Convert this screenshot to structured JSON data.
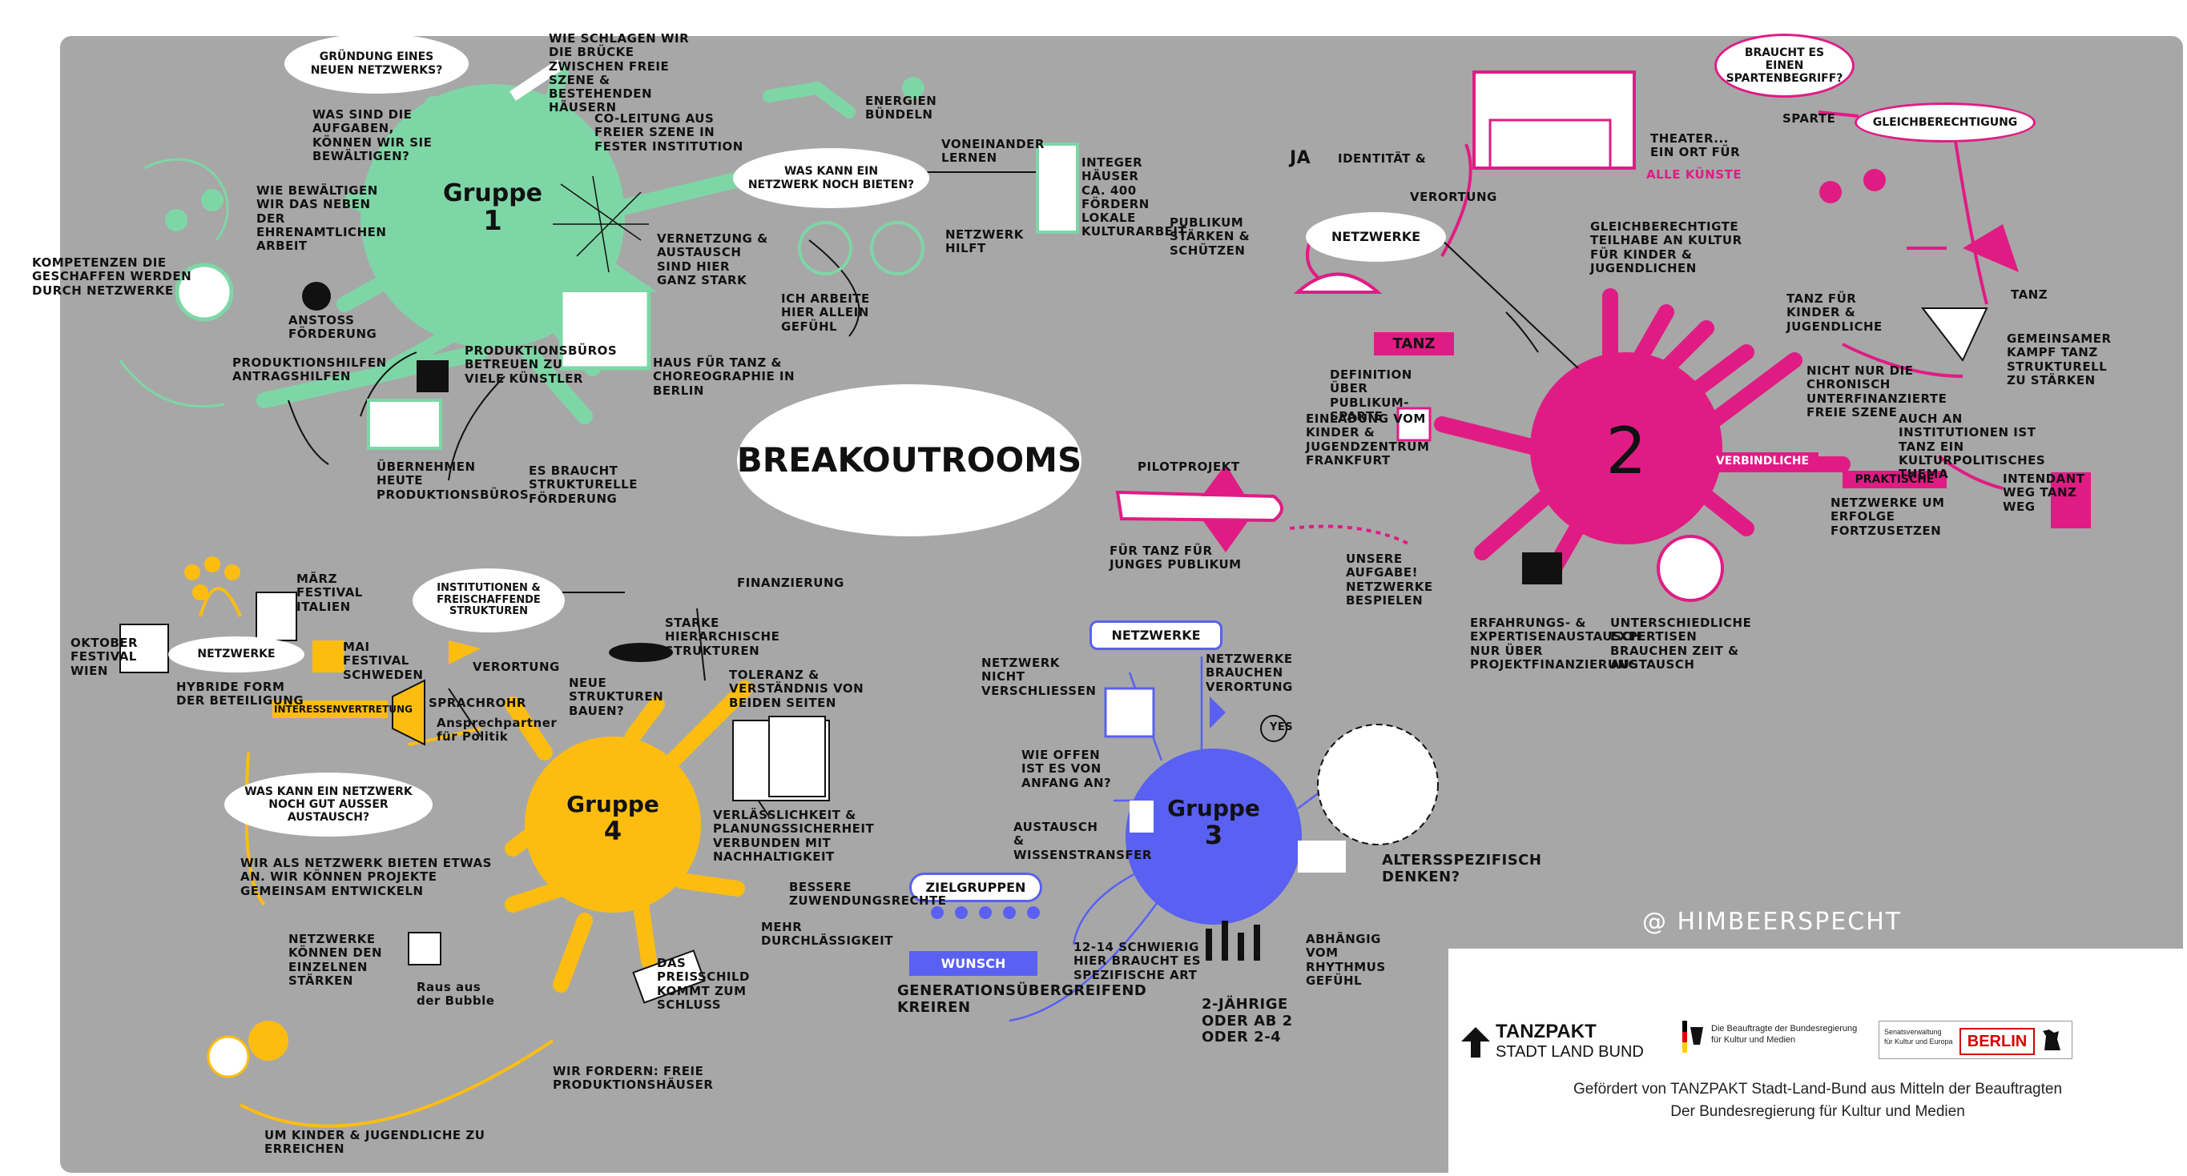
{
  "title": "Breakoutrooms",
  "watermark": "@ Himbeerspecht",
  "colors": {
    "green": "#7ed6a6",
    "pink": "#e01c84",
    "yellow": "#fdbd10",
    "blue": "#5960f2",
    "board": "#a7a7a7"
  },
  "group1": {
    "hub_line1": "Gruppe",
    "hub_line2": "1",
    "bubble_top": "Gründung eines neuen Netzwerks?",
    "bubble_right": "Was kann ein Netzwerk noch bieten?",
    "notes": [
      "Wie schlagen wir die Brücke zwischen freie Szene & bestehenden Häusern",
      "Was sind die Aufgaben, können wir sie bewältigen?",
      "Co-Leitung aus freier Szene in fester Institution",
      "Energien bündeln",
      "Voneinander lernen",
      "Integer Häuser ca. 400 fördern lokale Kulturarbeit",
      "Wie bewältigen wir das neben der ehrenamtlichen Arbeit",
      "Vernetzung & Austausch sind hier ganz stark",
      "Netzwerk hilft",
      "Ich arbeite hier allein Gefühl",
      "Kompetenzen die geschaffen werden durch Netzwerke",
      "Anstoß Förderung",
      "Produktionshilfen Antragshilfen",
      "Produktionsbüros betreuen zu viele Künstler",
      "Haus für Tanz & Choreographie in Berlin",
      "Übernehmen heute Produktionsbüros",
      "Es braucht strukturelle Förderung"
    ]
  },
  "group2": {
    "hub": "2",
    "bubble_netz": "Netzwerke",
    "bubble_sparte": "Braucht es einen Spartenbegriff?",
    "bubble_gleich": "Gleichberechtigung",
    "tag_tanz": "Tanz",
    "tag_verbind": "Verbindliche",
    "tag_prakt": "Praktische",
    "notes": [
      "Ja",
      "Identität &",
      "Verortung",
      "Sparte",
      "Theater... ein Ort für",
      "alle Künste",
      "Publikum stärken & schützen",
      "Gleichberechtigte Teilhabe an Kultur für Kinder & Jugendlichen",
      "Tanz für Kinder & Jugendliche",
      "Tanz",
      "Definition über Publikum-Sparte",
      "Nicht nur die chronisch unterfinanzierte freie Szene",
      "Gemeinsamer Kampf Tanz strukturell zu stärken",
      "Einladung vom Kinder & Jugendzentrum Frankfurt",
      "Auch an Institutionen ist Tanz ein kulturpolitisches Thema",
      "Pilotprojekt",
      "Für Tanz für junges Publikum",
      "Intendant weg Tanz weg",
      "Netzwerke um Erfolge fortzusetzen",
      "Unsere Aufgabe! Netzwerke bespielen",
      "Erfahrungs- & Expertisenaustausch nur über Projektfinanzierung",
      "Unterschiedliche Expertisen brauchen Zeit & Austausch"
    ]
  },
  "group3": {
    "hub_line1": "Gruppe",
    "hub_line2": "3",
    "box_netz": "Netzwerke",
    "box_ziel": "Zielgruppen",
    "box_wunsch": "Wunsch",
    "notes": [
      "Netzwerk nicht verschließen",
      "Netzwerke brauchen Verortung",
      "Yes",
      "Wie offen ist es von Anfang an?",
      "Austausch & Wissenstransfer",
      "Altersspezifisch denken?",
      "12-14 schwierig hier braucht es spezifische Art",
      "Abhängig vom Rhythmus Gefühl",
      "2-jährige oder ab 2 oder 2-4",
      "Generationsübergreifend kreiren"
    ]
  },
  "group4": {
    "hub_line1": "Gruppe",
    "hub_line2": "4",
    "bubble_netz": "Netzwerke",
    "bubble_inst": "Institutionen & freischaffende Strukturen",
    "bubble_was": "Was kann ein Netzwerk noch gut außer Austausch?",
    "tag_interessen": "Interessenvertretung",
    "notes": [
      "März Festival Italien",
      "Oktober Festival Wien",
      "Mai Festival Schweden",
      "Hybride Form der Beteiligung",
      "Finanzierung",
      "Starke hierarchische Strukturen",
      "Verortung",
      "Neue Strukturen bauen?",
      "Toleranz & Verständnis von beiden Seiten",
      "Sprachrohr",
      "Ansprechpartner für Politik",
      "Verlässlichkeit & Planungssicherheit verbunden mit Nachhaltigkeit",
      "Wir als Netzwerk bieten etwas an. Wir können Projekte gemeinsam entwickeln",
      "Bessere Zuwendungsrechte",
      "Mehr Durchlässigkeit",
      "Netzwerke können den einzelnen stärken",
      "Raus aus der Bubble",
      "Das Preisschild kommt zum Schluss",
      "Wir fordern: freie Produktionshäuser",
      "Um Kinder & Jugendliche zu erreichen"
    ]
  },
  "sponsor": {
    "tanzpakt_line1": "Tanzpakt",
    "tanzpakt_line2": "Stadt Land Bund",
    "bkm_line1": "Die Beauftragte der Bundesregierung",
    "bkm_line2": "für Kultur und Medien",
    "senat_line1": "Senatsverwaltung",
    "senat_line2": "für Kultur und Europa",
    "berlin": "BERLIN",
    "credit_line1": "Gefördert von TANZPAKT Stadt-Land-Bund aus Mitteln der Beauftragten",
    "credit_line2": "Der Bundesregierung für Kultur und Medien"
  }
}
